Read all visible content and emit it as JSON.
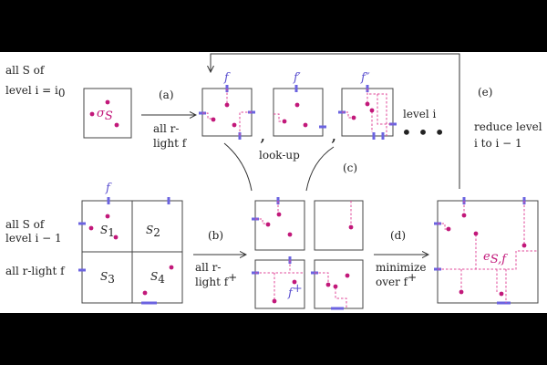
{
  "left_labels": {
    "top_line1": "all S of",
    "top_line2": "level i = i",
    "top_sub": "0",
    "bottom_line1": "all S of",
    "bottom_line2": "level i − 1",
    "bottom_line3": "all r-light f"
  },
  "sigma": {
    "main": "σ",
    "sub": "S"
  },
  "step_a": {
    "tag": "(a)",
    "line1": "all r-",
    "line2": "light f"
  },
  "step_b": {
    "tag": "(b)",
    "line1": "all r-",
    "line2": "light f",
    "sup": "+"
  },
  "step_c": {
    "tag": "(c)"
  },
  "step_d": {
    "tag": "(d)",
    "line1": "minimize",
    "line2": "over f",
    "sup": "+"
  },
  "step_e": {
    "tag": "(e)",
    "line1": "reduce level",
    "line2": "i to i − 1"
  },
  "portal_labels": {
    "f1": "f",
    "f2": "f′",
    "f3": "f″",
    "fq": "f",
    "fplus": "f",
    "fplus_sup": "+"
  },
  "seps": {
    "comma1": ",",
    "comma2": ",",
    "ellipsis": "• • •",
    "level_i": "level i"
  },
  "lookup": "look-up",
  "quadrants": [
    "S1",
    "S2",
    "S3",
    "S4"
  ],
  "quadrant_letter": "S",
  "quadrant_subs": [
    "1",
    "2",
    "3",
    "4"
  ],
  "result": {
    "main": "e",
    "sub": "S,f"
  }
}
